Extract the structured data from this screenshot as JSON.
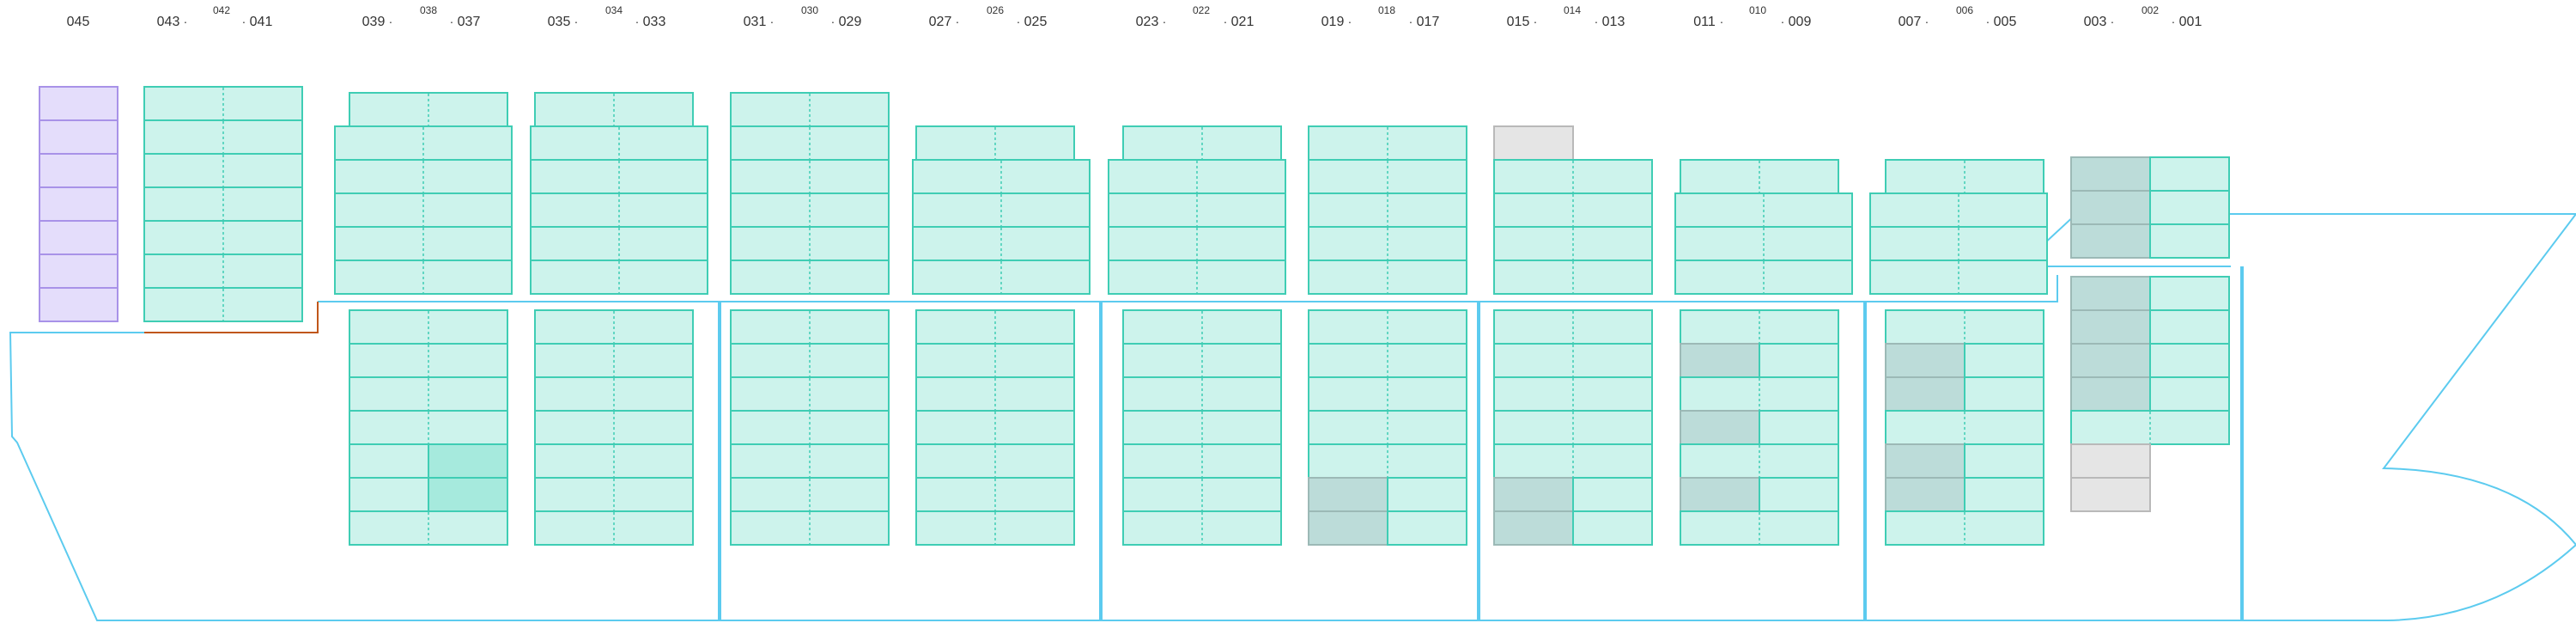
{
  "plan": {
    "bay_labels": [
      {
        "primary": "045",
        "left": "",
        "mid": "",
        "right": ""
      },
      {
        "primary": "",
        "left": "043",
        "mid": "042",
        "right": "041"
      },
      {
        "primary": "",
        "left": "039",
        "mid": "038",
        "right": "037"
      },
      {
        "primary": "",
        "left": "035",
        "mid": "034",
        "right": "033"
      },
      {
        "primary": "",
        "left": "031",
        "mid": "030",
        "right": "029"
      },
      {
        "primary": "",
        "left": "027",
        "mid": "026",
        "right": "025"
      },
      {
        "primary": "",
        "left": "023",
        "mid": "022",
        "right": "021"
      },
      {
        "primary": "",
        "left": "019",
        "mid": "018",
        "right": "017"
      },
      {
        "primary": "",
        "left": "015",
        "mid": "014",
        "right": "013"
      },
      {
        "primary": "",
        "left": "011",
        "mid": "010",
        "right": "009"
      },
      {
        "primary": "",
        "left": "007",
        "mid": "006",
        "right": "005"
      },
      {
        "primary": "",
        "left": "003",
        "mid": "002",
        "right": "001"
      }
    ],
    "colors": {
      "slot_fill": "#cdf3ec",
      "slot_stroke": "#3fcdb4",
      "highlight_fill": "#a6eadd",
      "occupied_fill": "#bcdcd9",
      "occupied_stroke": "#9cb9b6",
      "empty_fill": "#e5e5e5",
      "empty_stroke": "#b9b9b9",
      "purple_fill": "#e4ddfb",
      "purple_stroke": "#a892e8",
      "hull": "#5ccbef",
      "deck_line": "#c0561a"
    }
  }
}
